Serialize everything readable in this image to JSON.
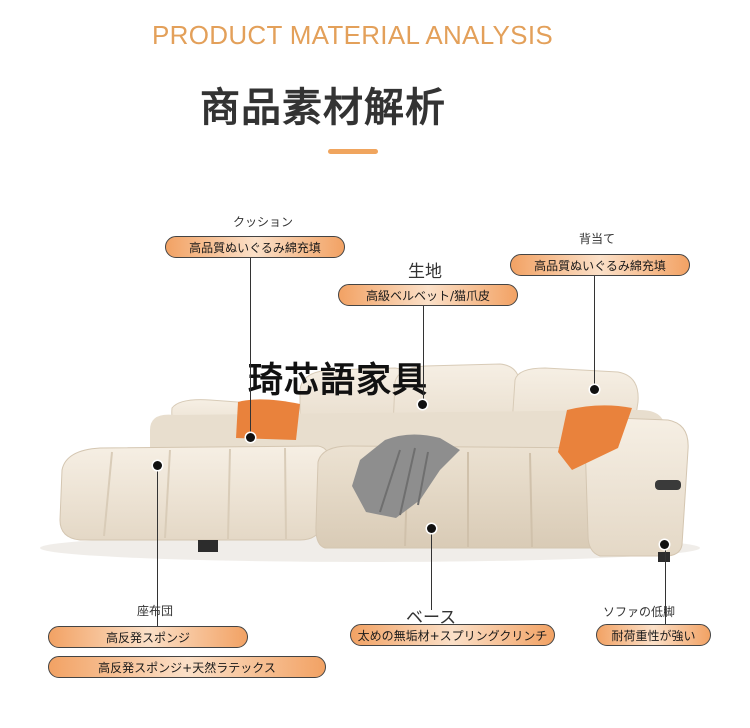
{
  "header": {
    "title_en": "PRODUCT MATERIAL ANALYSIS",
    "title_jp": "商品素材解析"
  },
  "watermark": "琦芯語家具",
  "callouts": {
    "cushion": {
      "label": "クッション",
      "pill": "高品質ぬいぐるみ綿充填"
    },
    "fabric": {
      "label": "生地",
      "pill": "高級ベルベット/猫爪皮"
    },
    "backrest": {
      "label": "背当て",
      "pill": "高品質ぬいぐるみ綿充填"
    },
    "seat": {
      "label": "座布団",
      "pill1": "高反発スポンジ",
      "pill2": "高反発スポンジ+天然ラテックス"
    },
    "base": {
      "label": "ベース",
      "pill": "太めの無垢材+スプリングクリンチ"
    },
    "legs": {
      "label": "ソファの低脚",
      "pill": "耐荷重性が強い"
    }
  },
  "colors": {
    "accent": "#f0a55e",
    "title_en": "#e3a05a",
    "sofa_cream": "#efe6d8",
    "pillow_orange": "#e9823c"
  }
}
